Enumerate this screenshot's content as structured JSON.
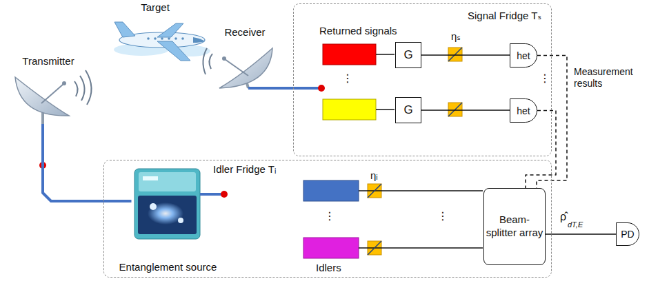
{
  "diagram": {
    "nodes": [
      {
        "text": [
          "Transmitter"
        ]
      },
      {
        "text": [
          "Target"
        ]
      },
      {
        "text": [
          "Receiver"
        ]
      },
      {
        "text": [
          "Signal Fridge Tₛ"
        ]
      },
      {
        "text": [
          "G"
        ],
        "in": 3
      },
      {
        "text": [
          "het"
        ],
        "in": 3
      },
      {
        "text": [
          "G"
        ],
        "in": 3
      },
      {
        "text": [
          "het"
        ],
        "in": 3
      },
      {
        "text": [
          "Idler Fridge Tᵢ"
        ]
      },
      {
        "text": [
          "Entanglement source"
        ],
        "in": 8
      },
      {
        "text": [
          "Beam-splitter array"
        ],
        "in": 8
      },
      {
        "text": [
          "PD"
        ]
      }
    ],
    "edges": [
      {
        "from": 0,
        "to": 9,
        "arrow": "none"
      },
      {
        "from": 4,
        "to": 5,
        "arrow": "none"
      },
      {
        "from": 6,
        "to": 7,
        "arrow": "none"
      },
      {
        "from": 5,
        "to": 10,
        "arrow": "none"
      },
      {
        "from": 7,
        "to": 10,
        "arrow": "none"
      },
      {
        "from": 10,
        "to": 11,
        "arrow": "none"
      }
    ],
    "labels": [
      "Returned signals",
      "ηₛ",
      "⋮",
      "⋮",
      "Measurement results",
      "ηᵢ",
      "Idlers",
      "⋮",
      "⋮",
      "ρ̂",
      "dT,E"
    ]
  }
}
